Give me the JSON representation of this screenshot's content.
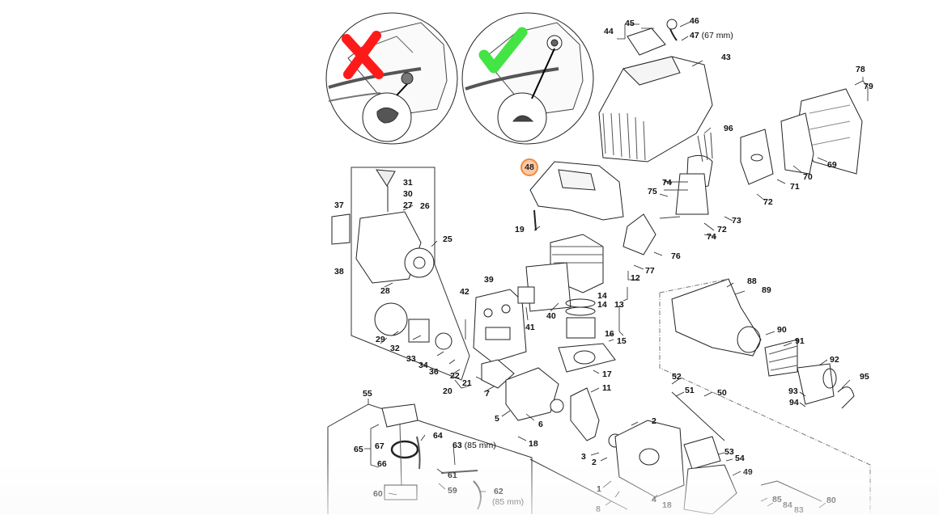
{
  "diagram": {
    "title": "Engine assembly exploded parts diagram",
    "highlight_color": "#f08a3c",
    "highlight_fill": "#fbc9a3",
    "wrong_mark_color": "#ff1a1a",
    "right_mark_color": "#44e444",
    "insets": [
      {
        "name": "incorrect-routing-inset",
        "mark": "cross-icon"
      },
      {
        "name": "correct-routing-inset",
        "mark": "check-icon"
      }
    ],
    "highlighted_part": "48",
    "parts": [
      {
        "id": "44",
        "text": "44"
      },
      {
        "id": "45",
        "text": "45"
      },
      {
        "id": "46",
        "text": "46"
      },
      {
        "id": "47",
        "text": "47",
        "note": "(67 mm)"
      },
      {
        "id": "43",
        "text": "43"
      },
      {
        "id": "78",
        "text": "78"
      },
      {
        "id": "79",
        "text": "79"
      },
      {
        "id": "96",
        "text": "96"
      },
      {
        "id": "69",
        "text": "69"
      },
      {
        "id": "70",
        "text": "70"
      },
      {
        "id": "71",
        "text": "71"
      },
      {
        "id": "72a",
        "text": "72"
      },
      {
        "id": "74a",
        "text": "74"
      },
      {
        "id": "75",
        "text": "75"
      },
      {
        "id": "73",
        "text": "73"
      },
      {
        "id": "72b",
        "text": "72"
      },
      {
        "id": "74b",
        "text": "74"
      },
      {
        "id": "76",
        "text": "76"
      },
      {
        "id": "77",
        "text": "77"
      },
      {
        "id": "19",
        "text": "19"
      },
      {
        "id": "37",
        "text": "37"
      },
      {
        "id": "31",
        "text": "31"
      },
      {
        "id": "30",
        "text": "30"
      },
      {
        "id": "27",
        "text": "27"
      },
      {
        "id": "26",
        "text": "26"
      },
      {
        "id": "25",
        "text": "25"
      },
      {
        "id": "38",
        "text": "38"
      },
      {
        "id": "28",
        "text": "28"
      },
      {
        "id": "29",
        "text": "29"
      },
      {
        "id": "32",
        "text": "32"
      },
      {
        "id": "33",
        "text": "33"
      },
      {
        "id": "34",
        "text": "34"
      },
      {
        "id": "36",
        "text": "36"
      },
      {
        "id": "42",
        "text": "42"
      },
      {
        "id": "39",
        "text": "39"
      },
      {
        "id": "41",
        "text": "41"
      },
      {
        "id": "40",
        "text": "40"
      },
      {
        "id": "12",
        "text": "12"
      },
      {
        "id": "14a",
        "text": "14"
      },
      {
        "id": "14b",
        "text": "14"
      },
      {
        "id": "13",
        "text": "13"
      },
      {
        "id": "16",
        "text": "16"
      },
      {
        "id": "15",
        "text": "15"
      },
      {
        "id": "17",
        "text": "17"
      },
      {
        "id": "88",
        "text": "88"
      },
      {
        "id": "89",
        "text": "89"
      },
      {
        "id": "90",
        "text": "90"
      },
      {
        "id": "91",
        "text": "91"
      },
      {
        "id": "92",
        "text": "92"
      },
      {
        "id": "93",
        "text": "93"
      },
      {
        "id": "94",
        "text": "94"
      },
      {
        "id": "95",
        "text": "95"
      },
      {
        "id": "22",
        "text": "22"
      },
      {
        "id": "21",
        "text": "21"
      },
      {
        "id": "20",
        "text": "20"
      },
      {
        "id": "7",
        "text": "7"
      },
      {
        "id": "5",
        "text": "5"
      },
      {
        "id": "6",
        "text": "6"
      },
      {
        "id": "11",
        "text": "11"
      },
      {
        "id": "18a",
        "text": "18"
      },
      {
        "id": "52",
        "text": "52"
      },
      {
        "id": "51",
        "text": "51"
      },
      {
        "id": "50",
        "text": "50"
      },
      {
        "id": "2a",
        "text": "2"
      },
      {
        "id": "3",
        "text": "3"
      },
      {
        "id": "2b",
        "text": "2"
      },
      {
        "id": "1",
        "text": "1"
      },
      {
        "id": "4",
        "text": "4"
      },
      {
        "id": "18b",
        "text": "18"
      },
      {
        "id": "8",
        "text": "8"
      },
      {
        "id": "53",
        "text": "53"
      },
      {
        "id": "54",
        "text": "54"
      },
      {
        "id": "49",
        "text": "49"
      },
      {
        "id": "55",
        "text": "55"
      },
      {
        "id": "65",
        "text": "65"
      },
      {
        "id": "67",
        "text": "67"
      },
      {
        "id": "66",
        "text": "66"
      },
      {
        "id": "64",
        "text": "64"
      },
      {
        "id": "63",
        "text": "63",
        "note": "(85 mm)"
      },
      {
        "id": "61",
        "text": "61"
      },
      {
        "id": "59",
        "text": "59"
      },
      {
        "id": "60",
        "text": "60"
      },
      {
        "id": "62",
        "text": "62",
        "note": "(85 mm)"
      },
      {
        "id": "85",
        "text": "85"
      },
      {
        "id": "84",
        "text": "84"
      },
      {
        "id": "83",
        "text": "83"
      },
      {
        "id": "80",
        "text": "80"
      }
    ]
  }
}
